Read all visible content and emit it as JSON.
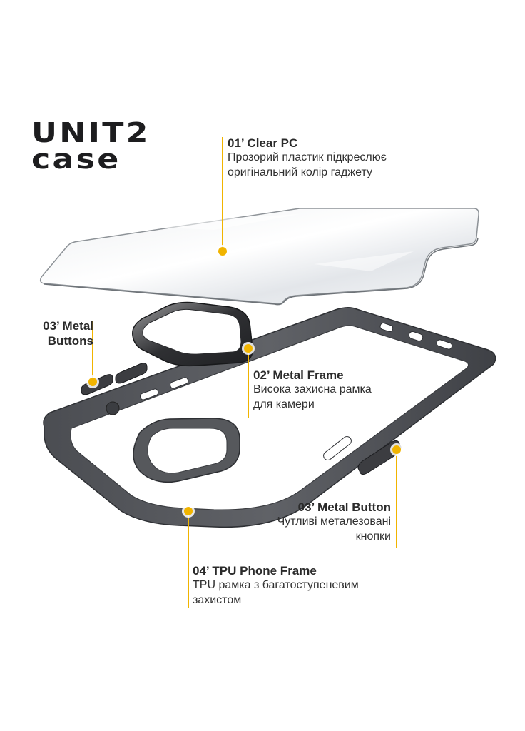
{
  "brand": {
    "logo_line1": "UNIT2",
    "logo_line2": "case",
    "accent": "#f1b400",
    "frame_color": "#55575b"
  },
  "callouts": [
    {
      "title": "01’ Clear PC",
      "description": "Прозорий пластик підкреслює оригінальний колір гаджету"
    },
    {
      "title": "03’ Metal Buttons"
    },
    {
      "title": "02’ Metal Frame",
      "description": "Висока захисна рамка для камери"
    },
    {
      "title": "03’ Metal Button",
      "description": "Чутливі металезовані кнопки"
    },
    {
      "title": "04’ TPU Phone Frame",
      "description": "TPU рамка з багатоступеневим захистом"
    }
  ]
}
